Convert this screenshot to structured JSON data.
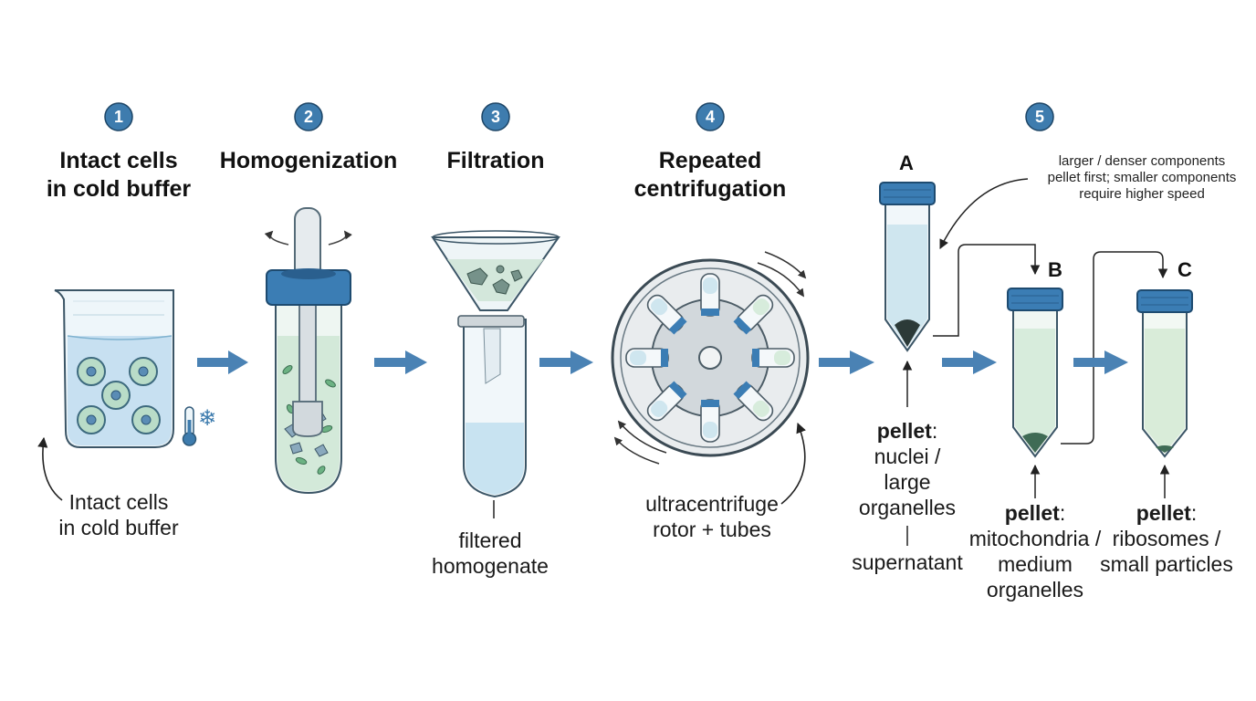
{
  "steps": [
    {
      "number": "1",
      "title_line1": "Intact cells",
      "title_line2": "in cold buffer"
    },
    {
      "number": "2",
      "title_line1": "Homogenization",
      "title_line2": ""
    },
    {
      "number": "3",
      "title_line1": "Filtration",
      "title_line2": ""
    },
    {
      "number": "4",
      "title_line1": "Repeated",
      "title_line2": "centrifugation"
    },
    {
      "number": "5",
      "title_line1": "",
      "title_line2": ""
    }
  ],
  "labels": {
    "beaker_line1": "Intact cells",
    "beaker_line2": "in cold buffer",
    "filtered_line1": "filtered",
    "filtered_line2": "homogenate",
    "rotor_line1": "ultracentrifuge",
    "rotor_line2": "rotor + tubes",
    "snowflake": "❄"
  },
  "tubes": [
    {
      "letter": "A",
      "pellet_word": "pellet",
      "pellet_colon": ":",
      "line1": "nuclei /",
      "line2": "large",
      "line3": "organelles",
      "extra": "supernatant"
    },
    {
      "letter": "B",
      "pellet_word": "pellet",
      "pellet_colon": ":",
      "line1": "mitochondria /",
      "line2": "medium",
      "line3": "organelles"
    },
    {
      "letter": "C",
      "pellet_word": "pellet",
      "pellet_colon": ":",
      "line1": "ribosomes /",
      "line2": "small particles"
    }
  ],
  "note": {
    "line1": "larger / denser components",
    "line2": "pellet first; smaller components",
    "line3": "require higher speed"
  },
  "colors": {
    "accent_blue": "#3e7cae",
    "arrow_blue": "#4a82b4",
    "cap_blue": "#3b7db4",
    "liquid_light": "#cfe6ef",
    "liquid_green": "#d7ecdc",
    "pellet_dark": "#2c3a38",
    "pellet_green": "#3f6b55"
  }
}
